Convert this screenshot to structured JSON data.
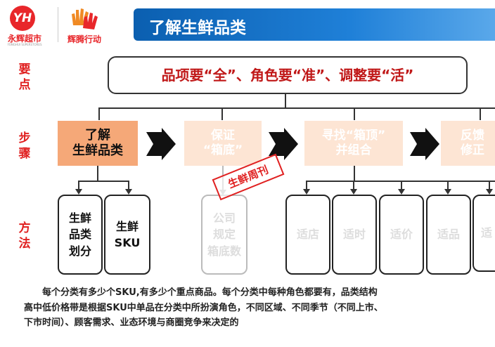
{
  "header": {
    "logo_mark": "YH",
    "logo_text": "永辉超市",
    "logo_subtext": "YONGHUI SUPERSTORES",
    "brand2": "辉腾行动",
    "title": "了解生鲜品类",
    "title_bar_color": "#1a73c8"
  },
  "side_labels": {
    "points": [
      "要",
      "点"
    ],
    "steps": [
      "步",
      "骤"
    ],
    "methods": [
      "方",
      "法"
    ]
  },
  "banner": "品项要“全”、角色要“准”、调整要“活”",
  "steps": [
    {
      "line1": "了解",
      "line2": "生鲜品类"
    },
    {
      "line1": "保证",
      "line2": "“箱底”"
    },
    {
      "line1": "寻找“箱顶”",
      "line2": "并组合"
    },
    {
      "line1": "反馈",
      "line2": "修正"
    }
  ],
  "methods_step1": [
    {
      "lines": [
        "生鲜",
        "品类",
        "划分"
      ]
    },
    {
      "lines": [
        "生鲜",
        "SKU"
      ]
    }
  ],
  "methods_step2": [
    {
      "lines": [
        "公司",
        "规定",
        "箱底数"
      ]
    }
  ],
  "methods_step3": [
    "适店",
    "适时",
    "适价",
    "适品",
    "适"
  ],
  "stamp": "生鲜周刊",
  "paragraph": [
    "每个分类有多少个SKU,有多少个重点商品。每个分类中每种角色都要有，品类结构",
    "高中低价格带是根据SKU中单品在分类中所扮演角色，不同区域、不同季节（不同上市、",
    "下市时间）、顾客需求、业态环境与商圈竞争来决定的"
  ],
  "colors": {
    "accent_red": "#e02020",
    "step_active": "#f5a878",
    "step_faded": "#fde5d4"
  }
}
